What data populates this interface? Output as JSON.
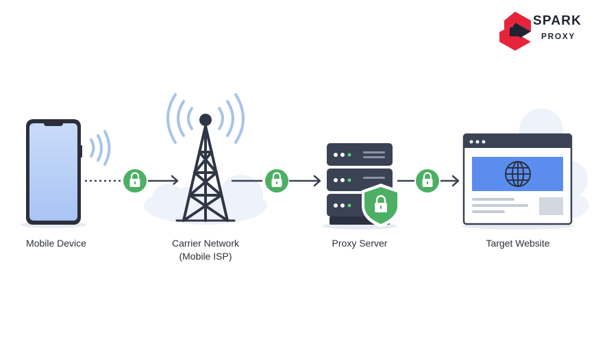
{
  "brand": {
    "name": "SPARK",
    "sub": "PROXY",
    "colors": {
      "red": "#e5243b",
      "dark": "#1f2430"
    }
  },
  "nodes": [
    {
      "id": "mobile",
      "label": "Mobile Device",
      "icon": "smartphone-icon"
    },
    {
      "id": "carrier",
      "label": "Carrier Network",
      "label2": "(Mobile ISP)",
      "icon": "cell-tower-icon"
    },
    {
      "id": "proxy",
      "label": "Proxy Server",
      "icon": "server-rack-icon"
    },
    {
      "id": "target",
      "label": "Target Website",
      "icon": "browser-window-icon"
    }
  ],
  "connectors": [
    {
      "from": "mobile",
      "to": "carrier",
      "icon": "lock-icon",
      "style": "dotted"
    },
    {
      "from": "carrier",
      "to": "proxy",
      "icon": "lock-icon",
      "style": "solid"
    },
    {
      "from": "proxy",
      "to": "target",
      "icon": "lock-icon",
      "style": "solid"
    }
  ],
  "colors": {
    "lock_green": "#4caf63",
    "dark": "#3a4254",
    "cloud": "#eef3fb",
    "phone_screen": "#b9d0f7",
    "browser_blue": "#5b8def"
  }
}
